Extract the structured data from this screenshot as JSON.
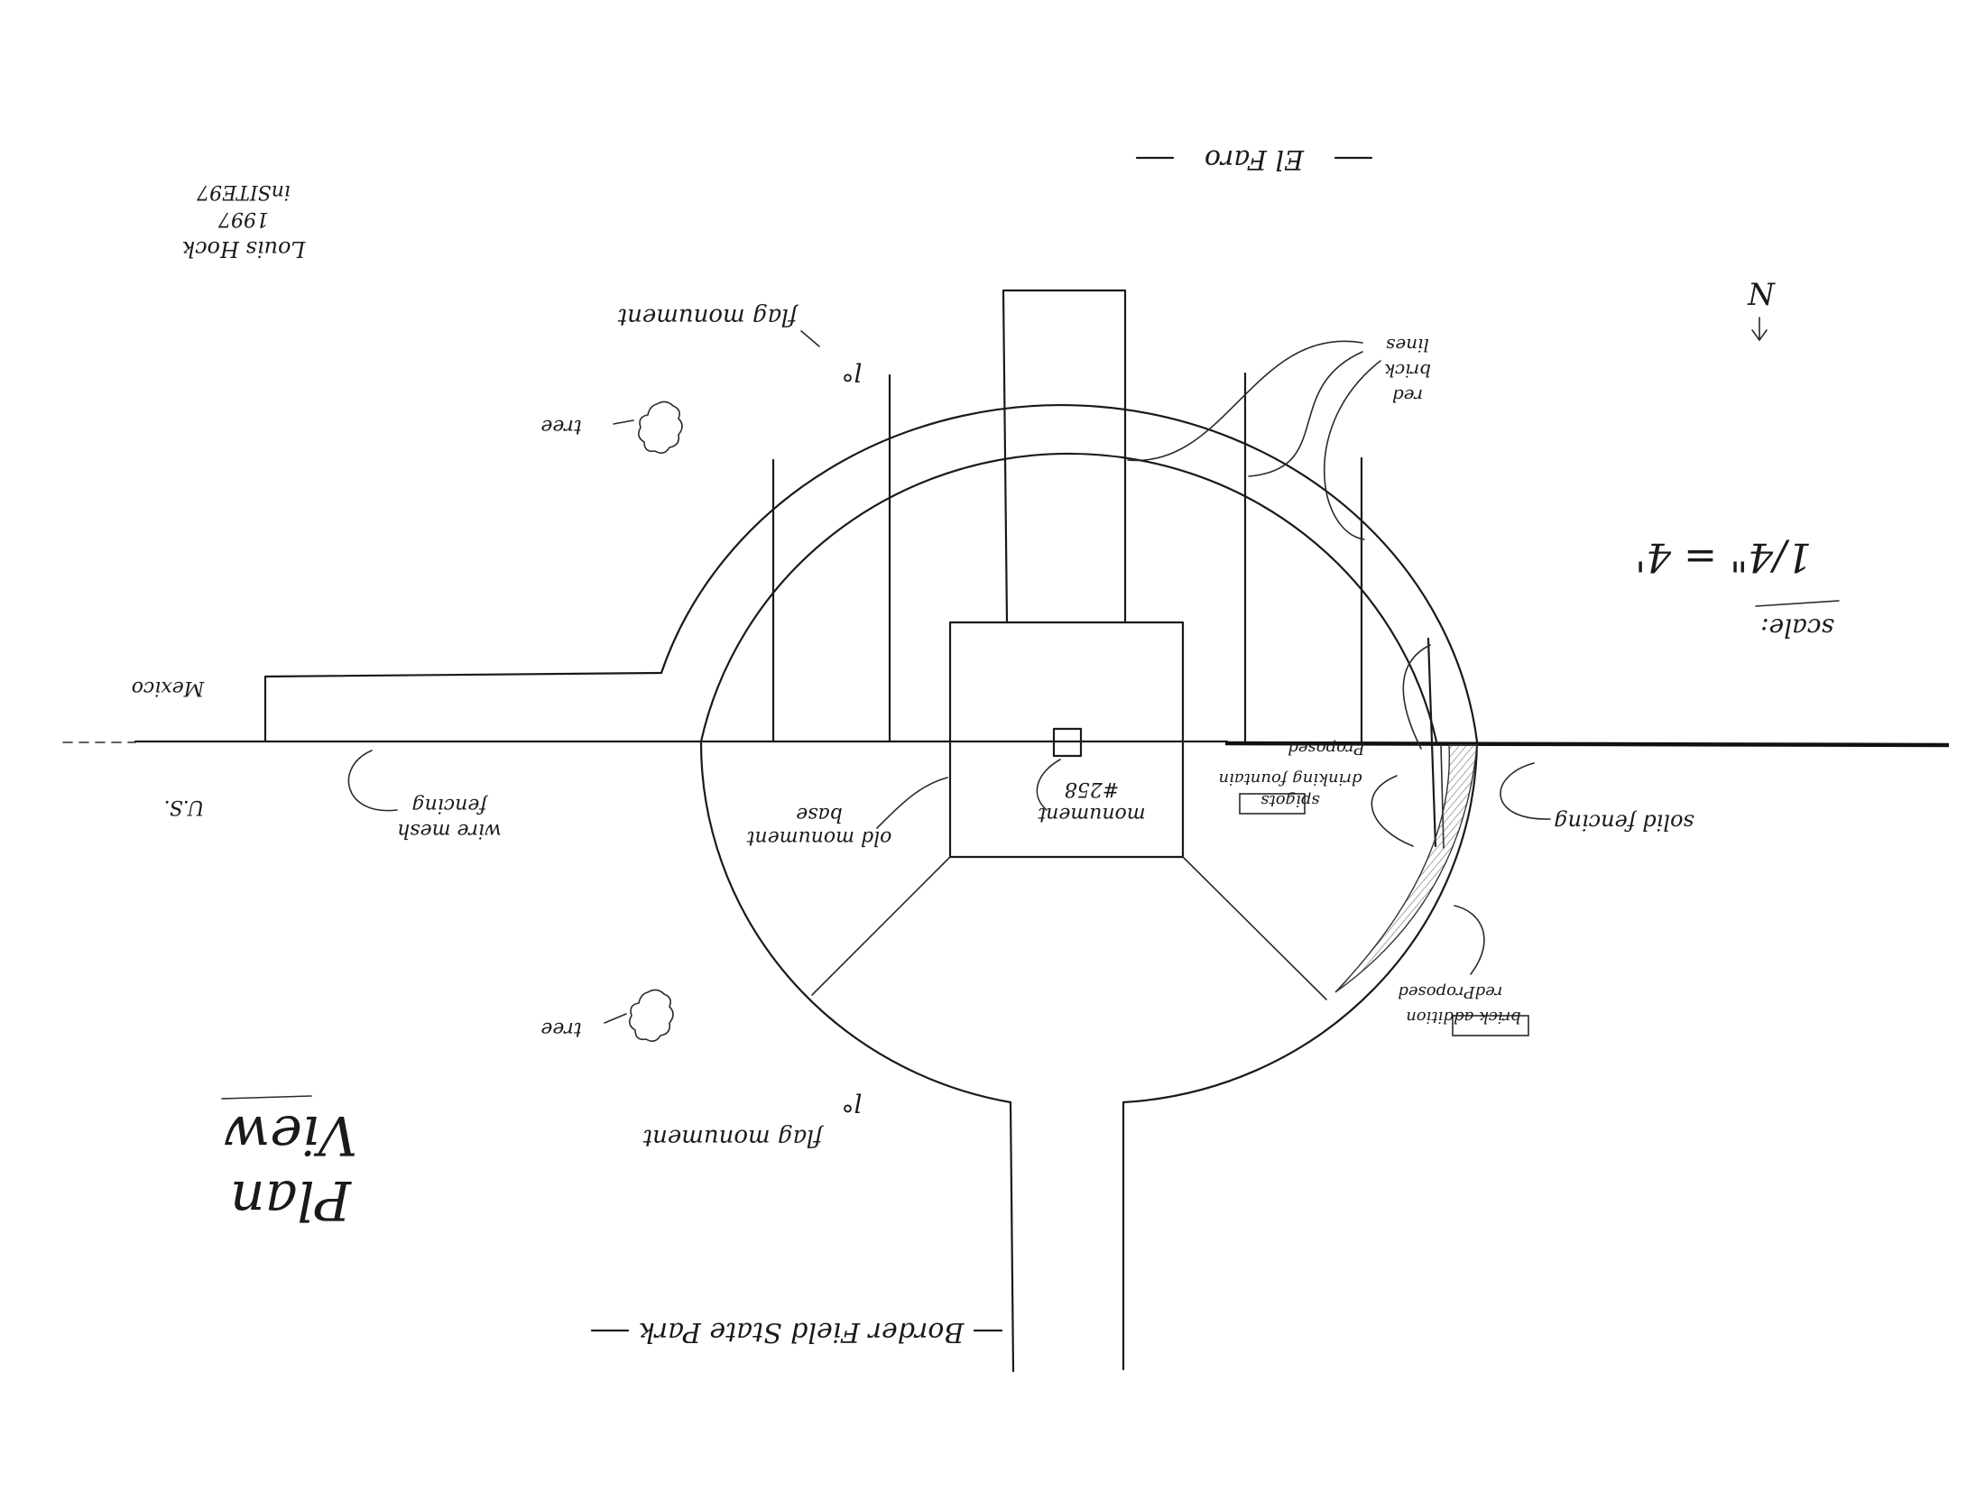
{
  "labels": {
    "author_block": [
      "Louis Hock",
      "1997",
      "inSITE97"
    ],
    "north": "N",
    "el_faro": "El Faro",
    "scale_label": "scale:",
    "scale_value": "1/4\" = 4'",
    "mexico": "Mexico",
    "us": "U.S.",
    "plan_view": [
      "Plan",
      "View"
    ],
    "border_field": "Border Field State Park",
    "tree_top": "tree",
    "tree_bottom": "tree",
    "flag_monument_top": "flag monument",
    "flag_monument_bottom": "flag monument",
    "red_brick_lines": [
      "red",
      "brick",
      "lines"
    ],
    "wire_mesh": [
      "wire mesh",
      "fencing"
    ],
    "old_monument_base": [
      "old monument",
      "base"
    ],
    "monument": [
      "monument",
      "#258"
    ],
    "proposed_fountain": [
      "Proposed",
      "drinking fountain",
      "spigots"
    ],
    "solid_fencing": "solid fencing",
    "proposed_brick": [
      "Proposed",
      "red",
      "brick addition"
    ]
  }
}
